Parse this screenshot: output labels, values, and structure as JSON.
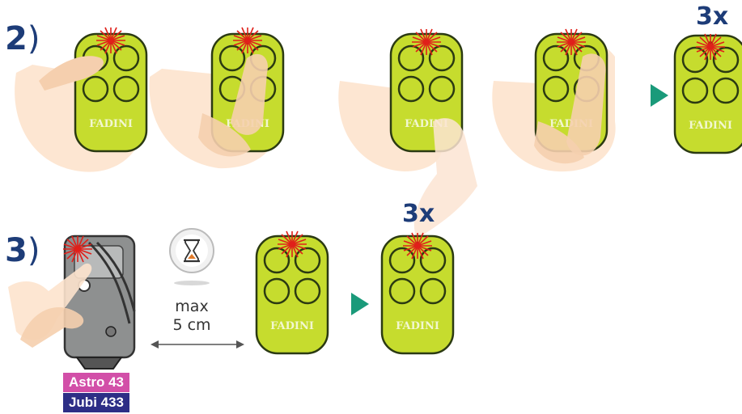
{
  "steps": {
    "step2": {
      "number": "2",
      "paren": ")"
    },
    "step3": {
      "number": "3",
      "paren": ")"
    }
  },
  "repeat_top": "3x",
  "repeat_bottom": "3x",
  "remote": {
    "brand": "FADINI",
    "color": "#c6dc2e",
    "outline": "#2b3a12"
  },
  "led_color": "#e0201a",
  "arrow_color": "#1a9a7a",
  "distance": {
    "line1": "max",
    "line2": "5 cm"
  },
  "timer_icon": "hourglass-icon",
  "source_models": [
    {
      "label": "Astro 43",
      "color": "#d24fa8"
    },
    {
      "label": "Jubi 433",
      "color": "#2d2e86"
    }
  ]
}
